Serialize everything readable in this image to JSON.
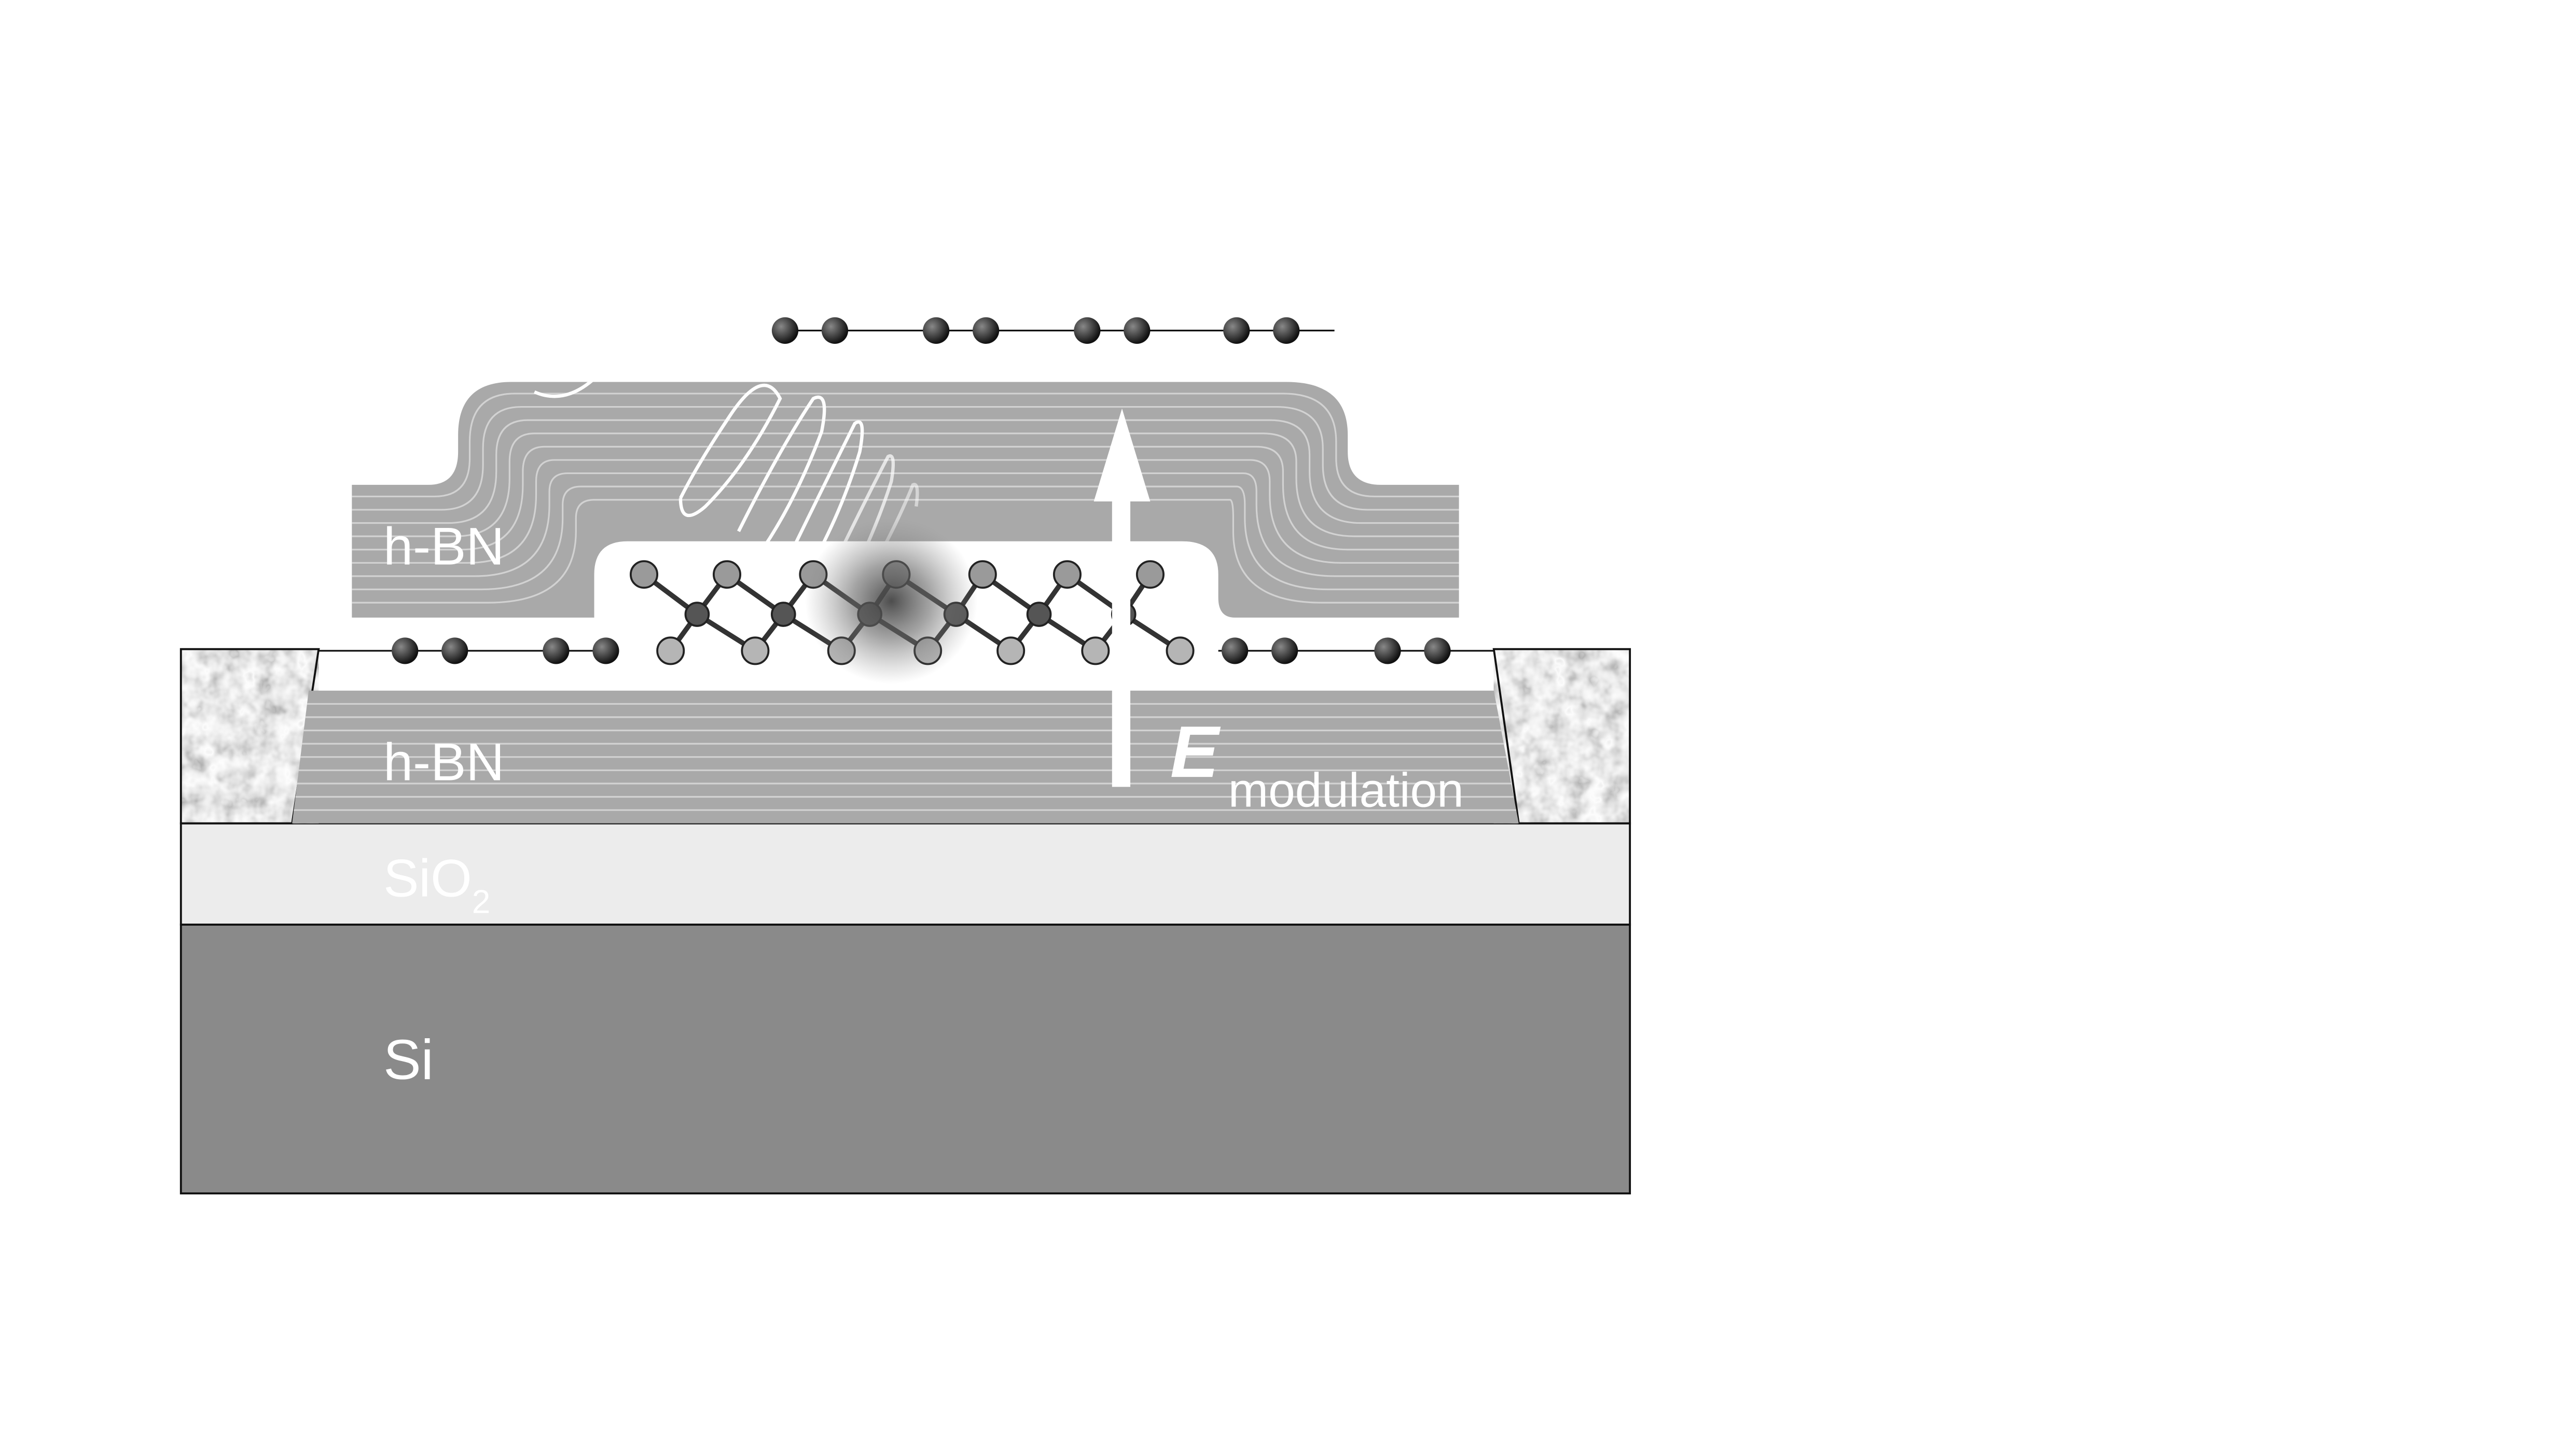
{
  "labels": {
    "hbn_top": "h-BN",
    "hbn_bottom": "h-BN",
    "sio2_base": "SiO",
    "sio2_sub": "2",
    "si": "Si",
    "field_symbol": "E",
    "field_sub": "modulation"
  },
  "colors": {
    "si": "#8a8a8a",
    "sio2": "#ececec",
    "hbn": "#a9a9a9",
    "hbn_lines": "#cfcfcf",
    "outline": "#111111",
    "atom_dark": "#555555",
    "atom_light": "#b5b5b5",
    "graphene_atom": "#222222",
    "arrow": "#ffffff"
  },
  "icons": {
    "contact": "rough-metal-contact-texture",
    "graphene": "graphene-layer-dots",
    "crystal": "tmd-monolayer-ball-and-stick",
    "exciton": "exciton-blur",
    "light": "light-wave"
  }
}
